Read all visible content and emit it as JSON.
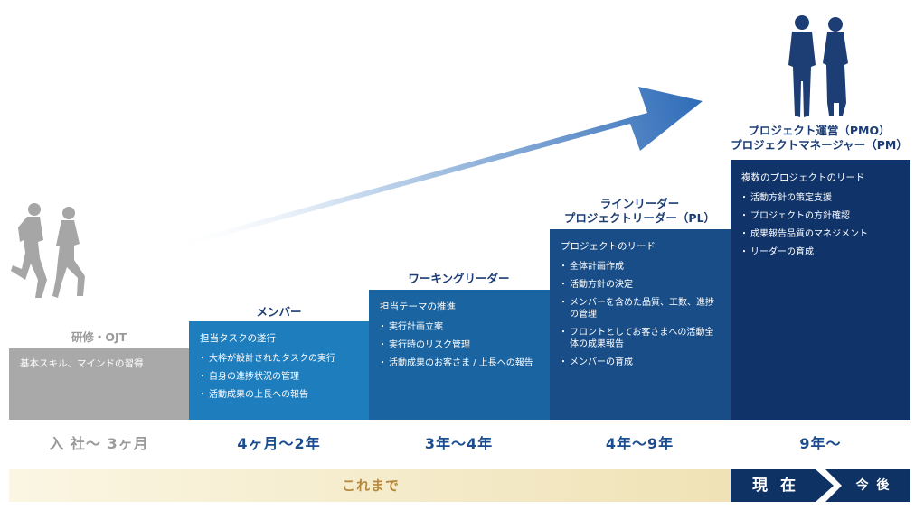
{
  "colors": {
    "stage0": "#a9a9a9",
    "stage1": "#1e7dbd",
    "stage2": "#1a64a2",
    "stage3": "#184d87",
    "stage4": "#10346a",
    "title_text": "#1b3d73",
    "period_gray": "#9a9a9a",
    "period_blue": "#1a4c8e",
    "band_gold": "#b7893f"
  },
  "stages": [
    {
      "title": "研修・OJT",
      "lead": "基本スキル、マインドの習得",
      "items": []
    },
    {
      "title": "メンバー",
      "lead": "担当タスクの遂行",
      "items": [
        "大枠が設計されたタスクの実行",
        "自身の進捗状況の管理",
        "活動成果の上長への報告"
      ]
    },
    {
      "title": "ワーキングリーダー",
      "lead": "担当テーマの推進",
      "items": [
        "実行計画立案",
        "実行時のリスク管理",
        "活動成果のお客さま / 上長への報告"
      ]
    },
    {
      "title_lines": [
        "ラインリーダー",
        "プロジェクトリーダー（PL）"
      ],
      "lead": "プロジェクトのリード",
      "items": [
        "全体計画作成",
        "活動方針の決定",
        "メンバーを含めた品質、工数、進捗の管理",
        "フロントとしてお客さまへの活動全体の成果報告",
        "メンバーの育成"
      ]
    },
    {
      "title_lines": [
        "プロジェクト運営（PMO）",
        "プロジェクトマネージャー（PM）"
      ],
      "lead": "複数のプロジェクトのリード",
      "items": [
        "活動方針の策定支援",
        "プロジェクトの方針確認",
        "成果報告品質のマネジメント",
        "リーダーの育成"
      ]
    }
  ],
  "periods": [
    "入 社〜 3ヶ月",
    "4ヶ月〜2年",
    "3年〜4年",
    "4年〜9年",
    "9年〜"
  ],
  "timeline": {
    "past": "これまで",
    "present": "現 在",
    "future": "今 後"
  },
  "icons": {
    "runners": "running-people-icon",
    "business": "business-people-icon",
    "arrow": "growth-arrow-icon"
  }
}
